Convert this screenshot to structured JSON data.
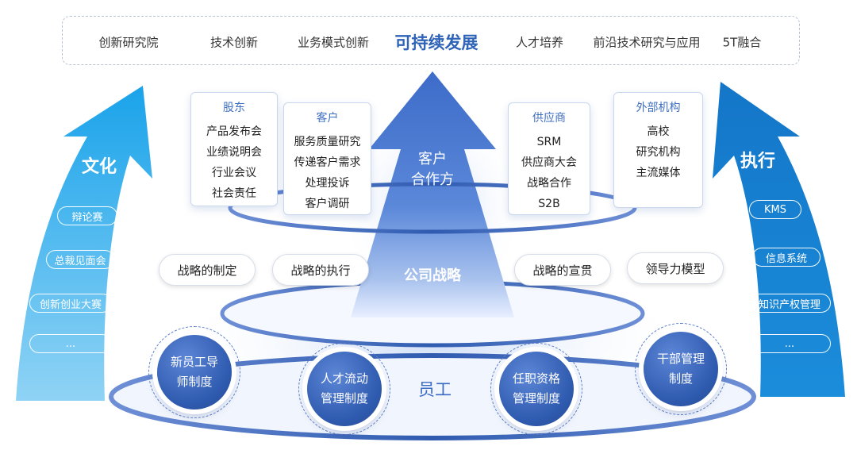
{
  "top_bar": {
    "items": [
      "创新研究院",
      "技术创新",
      "业务模式创新",
      "可持续发展",
      "人才培养",
      "前沿技术研究与应用",
      "5T融合"
    ],
    "highlight_index": 3
  },
  "cards": [
    {
      "title": "股东",
      "items": [
        "产品发布会",
        "业绩说明会",
        "行业会议",
        "社会责任"
      ]
    },
    {
      "title": "客户",
      "items": [
        "服务质量研究",
        "传递客户需求",
        "处理投诉",
        "客户调研"
      ]
    },
    {
      "title": "供应商",
      "items": [
        "SRM",
        "供应商大会",
        "战略合作",
        "S2B"
      ]
    },
    {
      "title": "外部机构",
      "items": [
        "高校",
        "研究机构",
        "主流媒体"
      ]
    }
  ],
  "center_arrow": {
    "line1": "客户",
    "line2": "合作方",
    "strategy_label": "公司战略"
  },
  "strategy_pills": [
    "战略的制定",
    "战略的执行",
    "战略的宣贯",
    "领导力模型"
  ],
  "left_arrow": {
    "title": "文化",
    "items": [
      "辩论赛",
      "总裁见面会",
      "创新创业大赛",
      "..."
    ]
  },
  "right_arrow": {
    "title": "执行",
    "items": [
      "KMS",
      "信息系统",
      "知识产权管理",
      "..."
    ]
  },
  "staff": {
    "label": "员工",
    "circles": [
      {
        "line1": "新员工导",
        "line2": "师制度"
      },
      {
        "line1": "人才流动",
        "line2": "管理制度"
      },
      {
        "line1": "任职资格",
        "line2": "管理制度"
      },
      {
        "line1": "干部管理",
        "line2": "制度"
      }
    ]
  },
  "colors": {
    "primary_blue": "#2f5bb0",
    "accent_blue": "#3f6fc0",
    "left_arrow": "#3db4ee",
    "right_arrow": "#1976c9"
  }
}
